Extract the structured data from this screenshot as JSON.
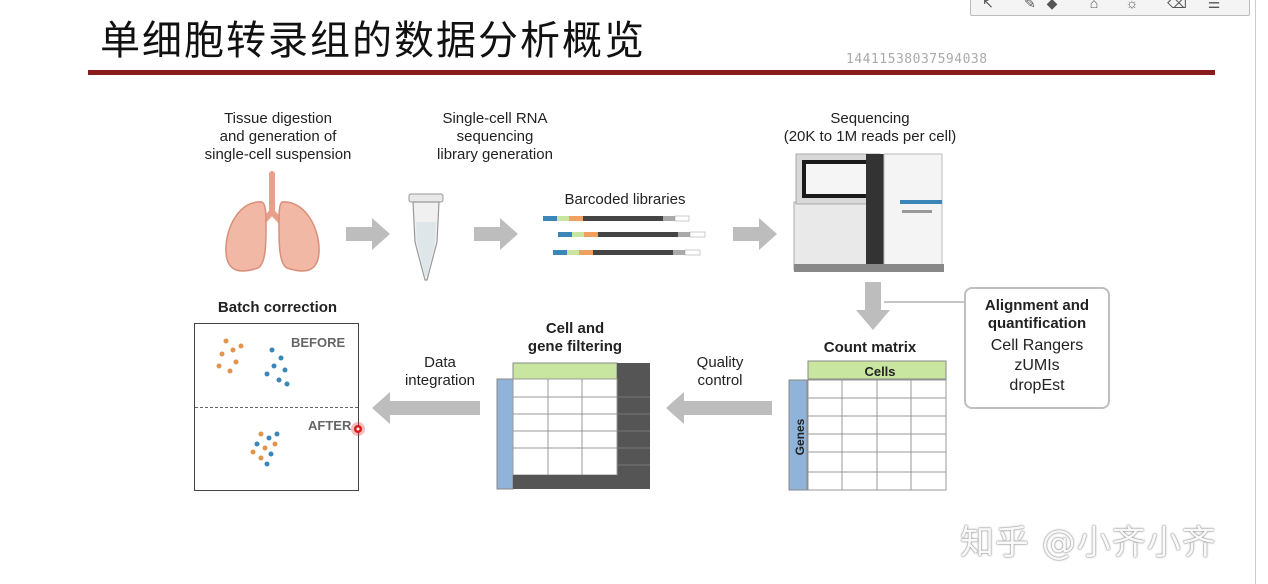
{
  "slide": {
    "title": "单细胞转录组的数据分析概览",
    "id_number": "14411538037594038"
  },
  "workflow": {
    "step_tissue": [
      "Tissue digestion",
      "and generation of",
      "single-cell suspension"
    ],
    "step_library": [
      "Single-cell RNA",
      "sequencing",
      "library generation"
    ],
    "barcoded_libraries": "Barcoded libraries",
    "step_sequencing": [
      "Sequencing",
      "(20K to 1M reads per cell)"
    ],
    "alignment": {
      "title": [
        "Alignment and",
        "quantification"
      ],
      "tools": [
        "Cell Rangers",
        "zUMIs",
        "dropEst"
      ]
    },
    "count_matrix": {
      "title": "Count matrix",
      "cells_header": "Cells",
      "genes_header": "Genes"
    },
    "quality_control": [
      "Quality",
      "control"
    ],
    "cell_gene_filtering": [
      "Cell and",
      "gene filtering"
    ],
    "data_integration": [
      "Data",
      "integration"
    ],
    "batch_correction": {
      "title": "Batch correction",
      "before": "BEFORE",
      "after": "AFTER"
    }
  },
  "colors": {
    "title_rule": "#8b1a1a",
    "arrow": "#b8b8b8",
    "matrix_header": "#c8e6a0",
    "matrix_side": "#8fb3d9",
    "filter_dark": "#555555",
    "dot_orange": "#e0944c",
    "dot_blue": "#3a86b8",
    "lung": "#f2b8a6"
  },
  "watermark": "知乎 @小齐小齐"
}
